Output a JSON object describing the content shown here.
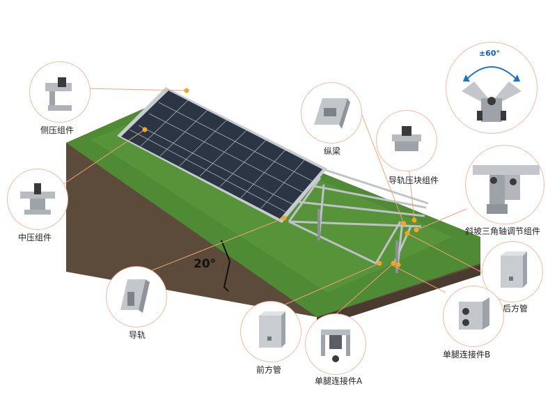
{
  "labels": {
    "side_clamp": "侧压组件",
    "mid_clamp": "中压组件",
    "rail": "导轨",
    "front_tube": "前方管",
    "leg_connector_a": "单腿连接件A",
    "longitudinal_beam": "纵梁",
    "rail_clamp": "导轨压块组件",
    "slope_adjust": "斜坡三角轴调节组件",
    "rear_tube": "后方管",
    "leg_connector_b": "单腿连接件B"
  },
  "angle_label": "20°",
  "rotation_label": "±60°",
  "colors": {
    "callout_border": "#f2b9a0",
    "leader_line": "#f2a27a",
    "anchor_dot": "#f5a623",
    "grass": "#4f8a34",
    "soil": "#5c4a3a",
    "panel": "#2b3544",
    "metal": "#c9ccd0"
  }
}
